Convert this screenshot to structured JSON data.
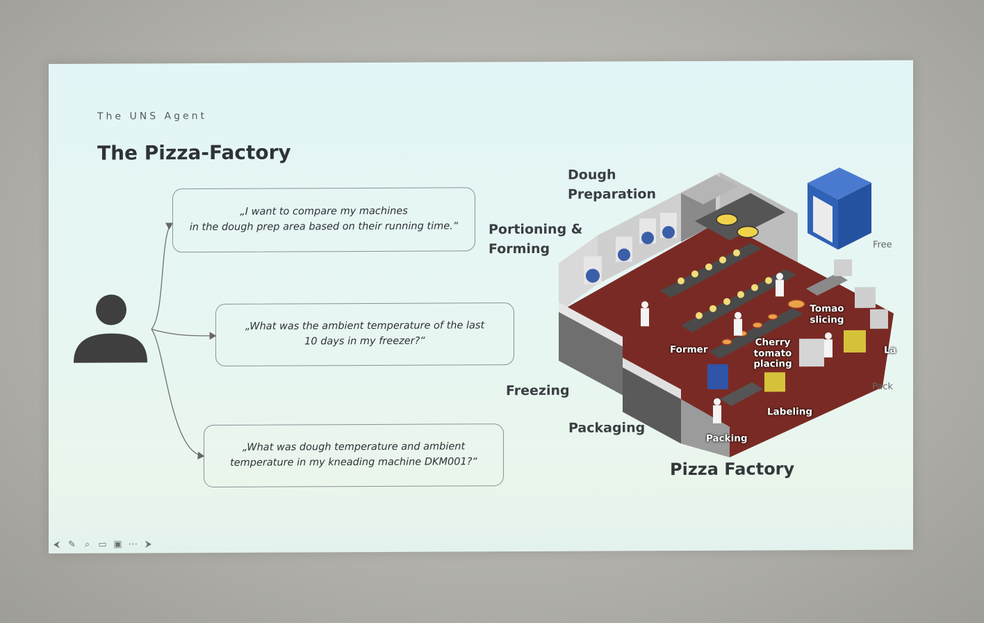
{
  "slide": {
    "subtitle": "The UNS Agent",
    "title": "The Pizza-Factory"
  },
  "questions": [
    {
      "line1": "„I want to compare my machines",
      "line2": "in the dough prep area based on their running time.“"
    },
    {
      "line1": "„What was the ambient temperature of the last",
      "line2": "10 days in my freezer?“"
    },
    {
      "line1": "„What was dough temperature and ambient",
      "line2": "temperature in my kneading machine DKM001?“"
    }
  ],
  "areas": {
    "dough_line1": "Dough",
    "dough_line2": "Preparation",
    "portion_line1": "Portioning &",
    "portion_line2": "Forming",
    "freezing": "Freezing",
    "packaging": "Packaging",
    "factory_title": "Pizza Factory",
    "free": "Free",
    "pack": "Pack"
  },
  "factory_labels": {
    "former": "Former",
    "cherry_line1": "Cherry",
    "cherry_line2": "tomato",
    "cherry_line3": "placing",
    "tomato_line1": "Tomao",
    "tomato_line2": "slicing",
    "labeling": "Labeling",
    "packing": "Packing",
    "la": "La"
  },
  "toolbar": [
    "back-icon",
    "pen-icon",
    "zoom-icon",
    "subtitles-icon",
    "camera-off-icon",
    "more-icon",
    "forward-icon"
  ],
  "colors": {
    "floor": "#7a2a24",
    "freezer": "#2f62b6",
    "text": "#2f3336"
  }
}
